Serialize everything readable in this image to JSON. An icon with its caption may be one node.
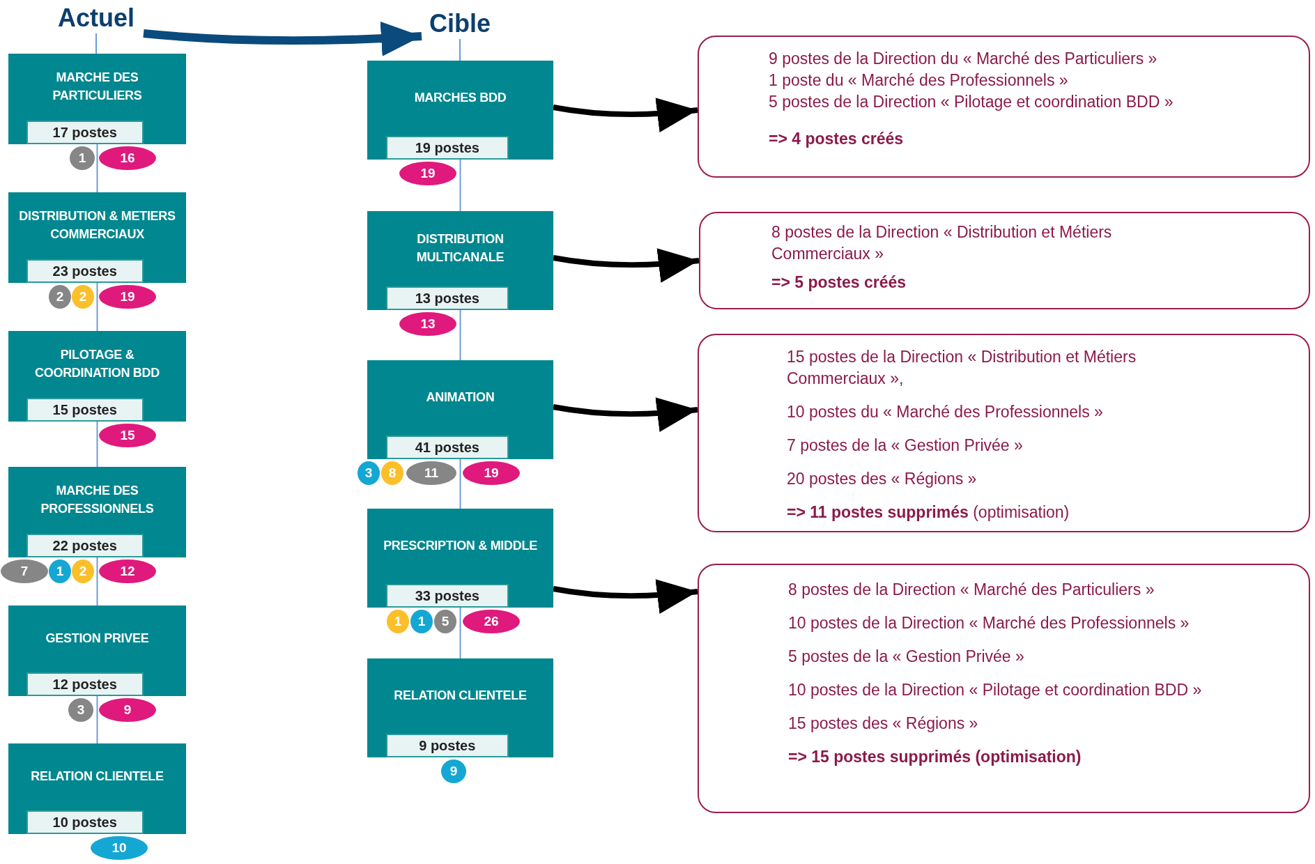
{
  "diagram": {
    "nodes": [
      {
        "text": [
          "Actuel"
        ]
      },
      {
        "text": [
          "Cible"
        ]
      },
      {
        "text": [
          "MARCHE DES PARTICULIERS",
          "17 postes"
        ]
      },
      {
        "text": [
          "1"
        ]
      },
      {
        "text": [
          "16"
        ]
      },
      {
        "text": [
          "DISTRIBUTION & METIERS COMMERCIAUX",
          "23 postes"
        ]
      },
      {
        "text": [
          "2"
        ]
      },
      {
        "text": [
          "2"
        ]
      },
      {
        "text": [
          "19"
        ]
      },
      {
        "text": [
          "PILOTAGE & COORDINATION BDD",
          "15 postes"
        ]
      },
      {
        "text": [
          "15"
        ]
      },
      {
        "text": [
          "MARCHE DES PROFESSIONNELS",
          "22 postes"
        ]
      },
      {
        "text": [
          "7"
        ]
      },
      {
        "text": [
          "1"
        ]
      },
      {
        "text": [
          "2"
        ]
      },
      {
        "text": [
          "12"
        ]
      },
      {
        "text": [
          "GESTION PRIVEE",
          "12 postes"
        ]
      },
      {
        "text": [
          "3"
        ]
      },
      {
        "text": [
          "9"
        ]
      },
      {
        "text": [
          "RELATION CLIENTELE",
          "10 postes"
        ]
      },
      {
        "text": [
          "10"
        ]
      },
      {
        "text": [
          "MARCHES BDD",
          "19 postes"
        ]
      },
      {
        "text": [
          "19"
        ]
      },
      {
        "text": [
          "DISTRIBUTION MULTICANALE",
          "13 postes"
        ]
      },
      {
        "text": [
          "13"
        ]
      },
      {
        "text": [
          "ANIMATION",
          "41 postes"
        ]
      },
      {
        "text": [
          "3"
        ]
      },
      {
        "text": [
          "8"
        ]
      },
      {
        "text": [
          "11"
        ]
      },
      {
        "text": [
          "19"
        ]
      },
      {
        "text": [
          "PRESCRIPTION & MIDDLE",
          "33 postes"
        ]
      },
      {
        "text": [
          "1"
        ]
      },
      {
        "text": [
          "1"
        ]
      },
      {
        "text": [
          "5"
        ]
      },
      {
        "text": [
          "26"
        ]
      },
      {
        "text": [
          "RELATION CLIENTELE",
          "9 postes"
        ]
      },
      {
        "text": [
          "9"
        ]
      },
      {
        "text": [
          "9 postes de la Direction du « Marché des Particuliers »",
          "1 poste du « Marché des Professionnels »",
          "5 postes de la Direction « Pilotage et coordination BDD »",
          "**=> 4 postes créés**"
        ]
      },
      {
        "text": [
          "8 postes de la Direction « Distribution et Métiers Commerciaux »",
          "**=> 5 postes créés**"
        ]
      },
      {
        "text": [
          "15 postes de la Direction « Distribution et Métiers Commerciaux »,",
          "10 postes du « Marché des Professionnels »",
          "7 postes de la « Gestion Privée »",
          "20 postes des « Régions »",
          "**=> 11 postes supprimés** (optimisation)"
        ]
      },
      {
        "text": [
          "8 postes de la Direction « Marché des Particuliers »",
          "10 postes de la Direction « Marché des Professionnels »",
          "5 postes de la « Gestion Privée »",
          "10 postes de la Direction « Pilotage et coordination BDD »",
          "15 postes des « Régions »",
          "**=> 15 postes supprimés (optimisation)**"
        ]
      }
    ],
    "edges": [
      {
        "from": 0,
        "to": 1,
        "arrow": "to",
        "style": "thick",
        "color": "#0b4a7c"
      },
      {
        "from": 0,
        "to": 2,
        "arrow": "none"
      },
      {
        "from": 2,
        "to": 5,
        "arrow": "none"
      },
      {
        "from": 5,
        "to": 9,
        "arrow": "none"
      },
      {
        "from": 9,
        "to": 11,
        "arrow": "none"
      },
      {
        "from": 11,
        "to": 16,
        "arrow": "none"
      },
      {
        "from": 16,
        "to": 19,
        "arrow": "none"
      },
      {
        "from": 1,
        "to": 21,
        "arrow": "none"
      },
      {
        "from": 21,
        "to": 23,
        "arrow": "none"
      },
      {
        "from": 23,
        "to": 25,
        "arrow": "none"
      },
      {
        "from": 25,
        "to": 30,
        "arrow": "none"
      },
      {
        "from": 30,
        "to": 35,
        "arrow": "none"
      },
      {
        "from": 21,
        "to": 37,
        "arrow": "to",
        "style": "thick",
        "color": "#000000"
      },
      {
        "from": 23,
        "to": 38,
        "arrow": "to",
        "style": "thick",
        "color": "#000000"
      },
      {
        "from": 25,
        "to": 39,
        "arrow": "to",
        "style": "thick",
        "color": "#000000"
      },
      {
        "from": 30,
        "to": 40,
        "arrow": "to",
        "style": "thick",
        "color": "#000000"
      }
    ]
  }
}
